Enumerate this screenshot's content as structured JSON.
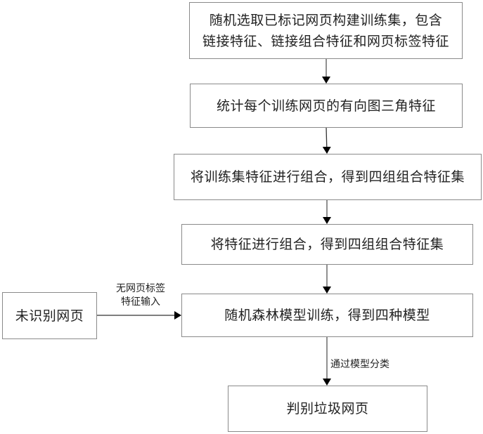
{
  "flowchart": {
    "steps": [
      {
        "id": "step1",
        "lines": [
          "随机选取已标记网页构建训练集，包含",
          "链接特征、链接组合特征和网页标签特征"
        ]
      },
      {
        "id": "step2",
        "lines": [
          "统计每个训练网页的有向图三角特征"
        ]
      },
      {
        "id": "step3",
        "lines": [
          "将训练集特征进行组合，得到四组组合特征集"
        ]
      },
      {
        "id": "step4",
        "lines": [
          "将特征进行组合，得到四组组合特征集"
        ]
      },
      {
        "id": "step5",
        "lines": [
          "随机森林模型训练，得到四种模型"
        ]
      },
      {
        "id": "result",
        "lines": [
          "判别垃圾网页"
        ]
      }
    ],
    "side_input": {
      "text": "未识别网页"
    },
    "edge_labels": {
      "side_to_model": [
        "无网页标签",
        "特征输入"
      ],
      "model_to_result": "通过模型分类"
    }
  }
}
